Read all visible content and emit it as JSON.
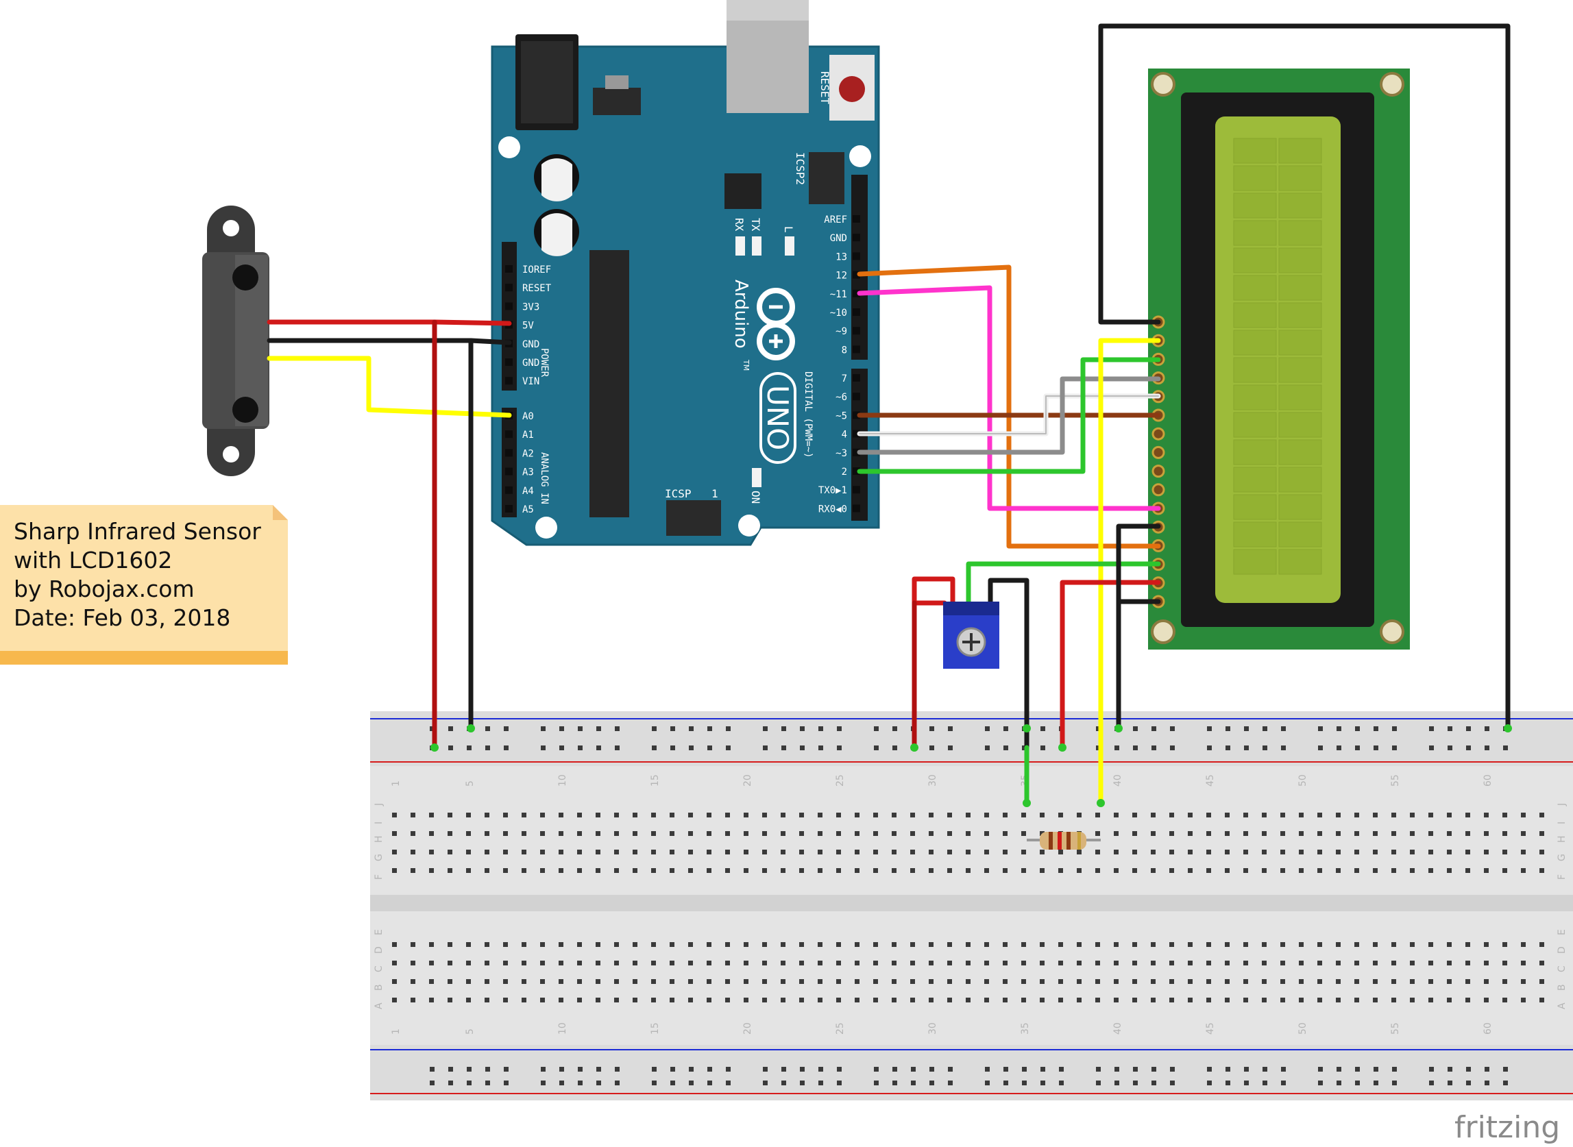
{
  "title": "fritzing",
  "note": {
    "lines": [
      "Sharp Infrared Sensor",
      "with LCD1602",
      "by Robojax.com",
      "Date: Feb 03, 2018"
    ]
  },
  "arduino": {
    "brand": "Arduino",
    "trademark": "TM",
    "model": "UNO",
    "reset_label": "RESET",
    "icsp2_label": "ICSP2",
    "icsp_label": "ICSP",
    "icsp_pin": "1",
    "on_label": "ON",
    "tx_label": "TX",
    "rx_label": "RX",
    "l_label": "L",
    "power_label": "POWER",
    "analog_label": "ANALOG IN",
    "digital_label": "DIGITAL (PWM=~)",
    "power_pins": [
      "IOREF",
      "RESET",
      "3V3",
      "5V",
      "GND",
      "GND",
      "VIN"
    ],
    "analog_pins": [
      "A0",
      "A1",
      "A2",
      "A3",
      "A4",
      "A5"
    ],
    "digital_top_pins": [
      "AREF",
      "GND",
      "13",
      "12",
      "~11",
      "~10",
      "~9",
      "8"
    ],
    "digital_bottom_pins": [
      "7",
      "~6",
      "~5",
      "4",
      "~3",
      "2",
      "TX0▶1",
      "RX0◀0"
    ]
  },
  "breadboard": {
    "column_numbers": [
      "1",
      "5",
      "10",
      "15",
      "20",
      "25",
      "30",
      "35",
      "40",
      "45",
      "50",
      "55",
      "60"
    ],
    "row_letters_top": [
      "J",
      "I",
      "H",
      "G",
      "F"
    ],
    "row_letters_bottom": [
      "E",
      "D",
      "C",
      "B",
      "A"
    ]
  },
  "colors": {
    "arduino_board": "#1f6f8b",
    "lcd_pcb": "#2a8a3a",
    "lcd_screen": "#9dbb3a",
    "breadboard": "#e6e6e6",
    "wire_red": "#d11919",
    "wire_black": "#222222",
    "wire_yellow": "#ffff00",
    "wire_orange": "#e3700f",
    "wire_magenta": "#ff33cc",
    "wire_brown": "#8b3a13",
    "wire_white": "#eeeeee",
    "wire_grey": "#8c8c8c",
    "wire_green": "#2dc62d",
    "note_bg": "#fde1a9"
  },
  "icons": [
    "sharp-ir-sensor-icon",
    "potentiometer-icon",
    "resistor-icon",
    "lcd1602-icon"
  ]
}
